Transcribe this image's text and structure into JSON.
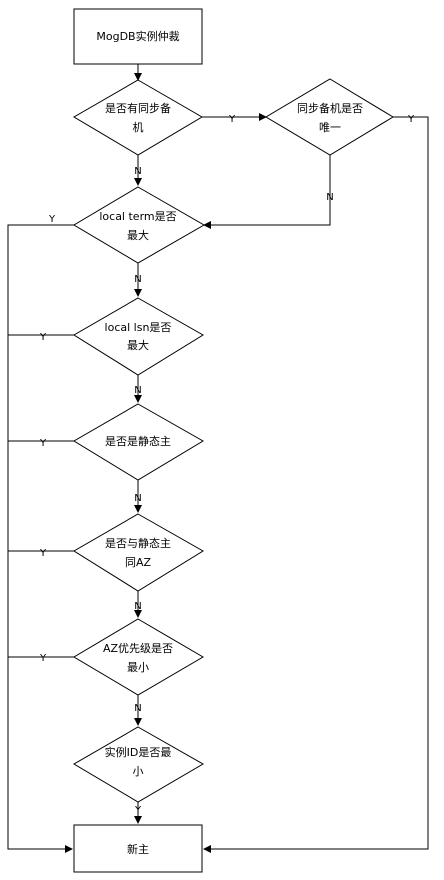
{
  "nodes": {
    "start": "MogDB实例仲裁",
    "d1_l1": "是否有同步备",
    "d1_l2": "机",
    "d2_l1": "同步备机是否",
    "d2_l2": "唯一",
    "d3_l1": "local term是否",
    "d3_l2": "最大",
    "d4_l1": "local lsn是否",
    "d4_l2": "最大",
    "d5_l1": "是否是静态主",
    "d6_l1": "是否与静态主",
    "d6_l2": "同AZ",
    "d7_l1": "AZ优先级是否",
    "d7_l2": "最小",
    "d8_l1": "实例ID是否最",
    "d8_l2": "小",
    "end": "新主"
  },
  "edge_labels": {
    "yes": "Y",
    "no": "N"
  }
}
